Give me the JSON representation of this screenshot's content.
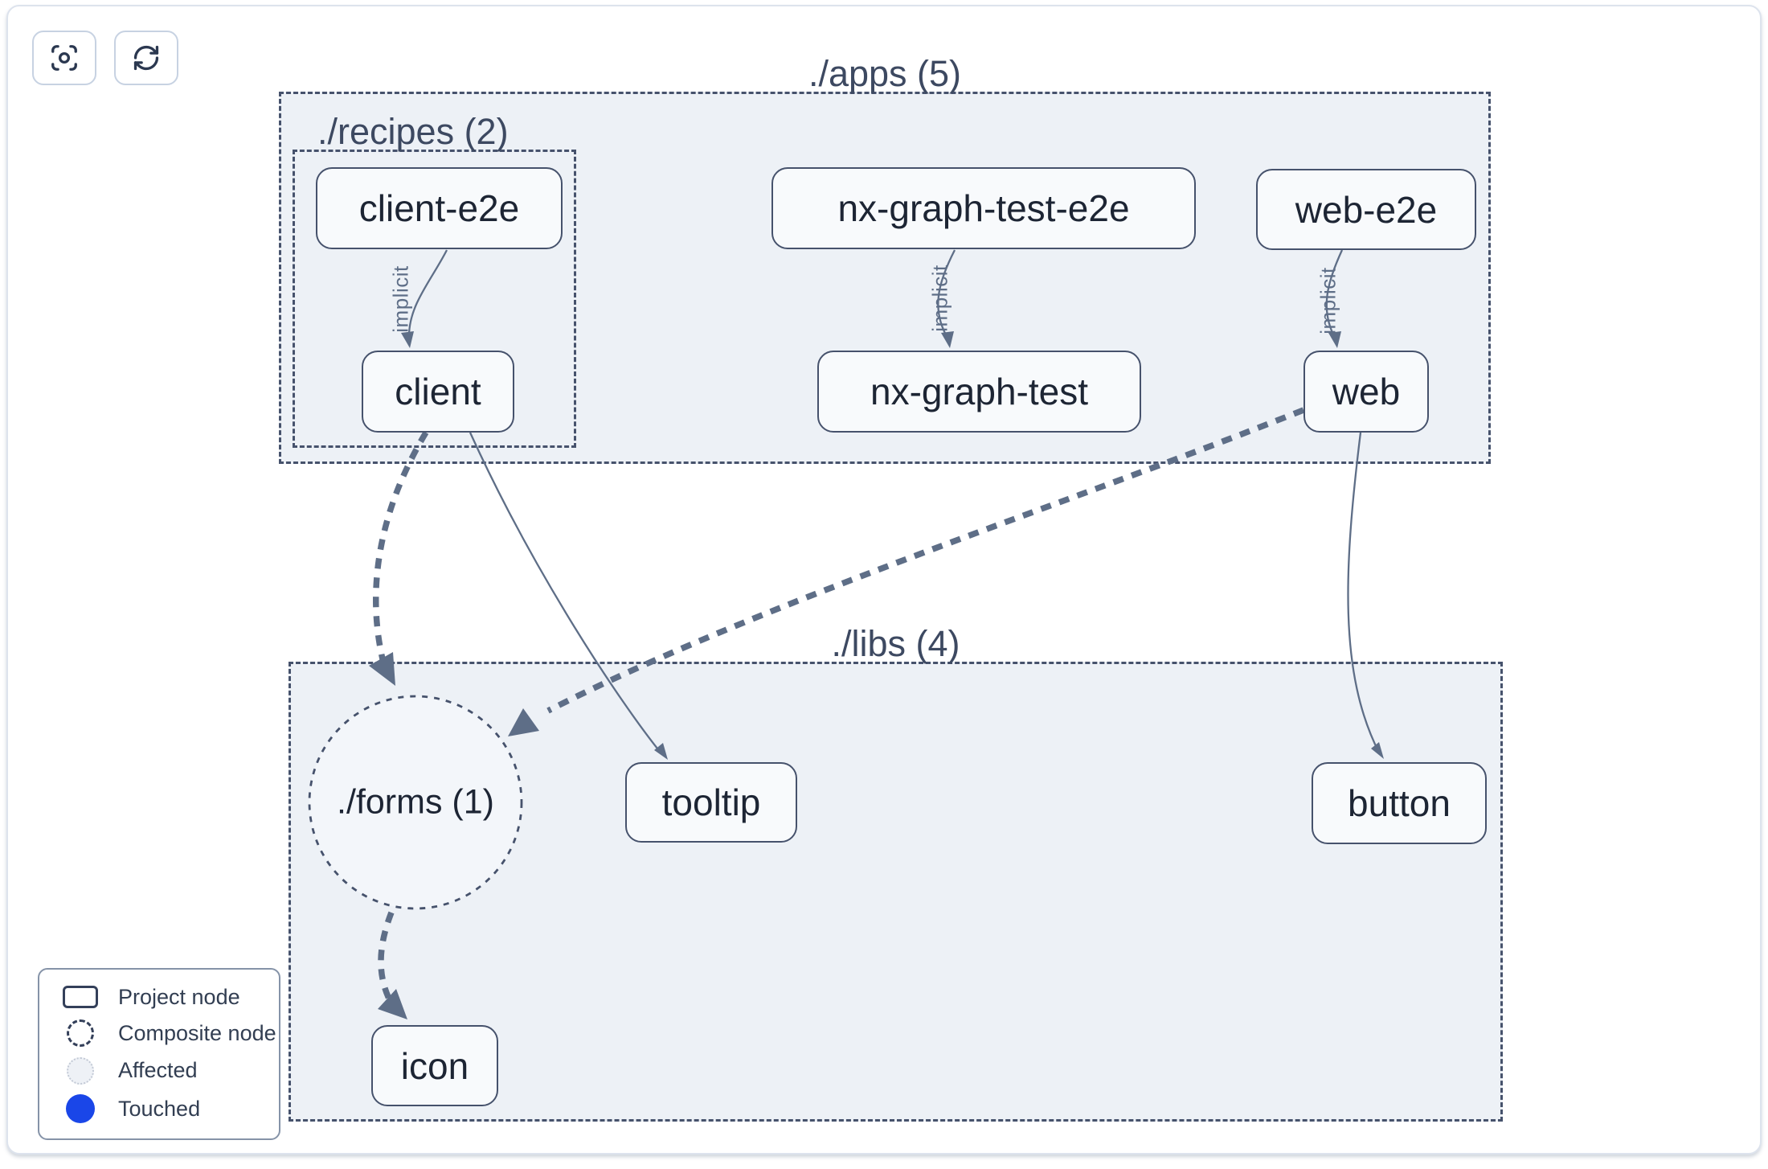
{
  "toolbar": {
    "buttons": [
      {
        "id": "focus",
        "icon": "focus-icon"
      },
      {
        "id": "refresh",
        "icon": "refresh-icon"
      }
    ]
  },
  "graph": {
    "clusters": [
      {
        "id": "apps",
        "label": "./apps (5)"
      },
      {
        "id": "recipes",
        "label": "./recipes (2)",
        "parent": "apps"
      },
      {
        "id": "libs",
        "label": "./libs (4)"
      }
    ],
    "composite_nodes": [
      {
        "id": "forms",
        "label": "./forms (1)",
        "cluster": "libs"
      }
    ],
    "project_nodes": [
      {
        "id": "client-e2e",
        "label": "client-e2e",
        "cluster": "recipes"
      },
      {
        "id": "client",
        "label": "client",
        "cluster": "recipes"
      },
      {
        "id": "nx-graph-test-e2e",
        "label": "nx-graph-test-e2e",
        "cluster": "apps"
      },
      {
        "id": "nx-graph-test",
        "label": "nx-graph-test",
        "cluster": "apps"
      },
      {
        "id": "web-e2e",
        "label": "web-e2e",
        "cluster": "apps"
      },
      {
        "id": "web",
        "label": "web",
        "cluster": "apps"
      },
      {
        "id": "tooltip",
        "label": "tooltip",
        "cluster": "libs"
      },
      {
        "id": "button",
        "label": "button",
        "cluster": "libs"
      },
      {
        "id": "icon",
        "label": "icon",
        "cluster": "libs"
      }
    ],
    "edges": [
      {
        "source": "client-e2e",
        "target": "client",
        "label": "implicit",
        "style": "solid"
      },
      {
        "source": "nx-graph-test-e2e",
        "target": "nx-graph-test",
        "label": "implicit",
        "style": "solid"
      },
      {
        "source": "web-e2e",
        "target": "web",
        "label": "implicit",
        "style": "solid"
      },
      {
        "source": "client",
        "target": "forms",
        "label": "",
        "style": "thick-dashed"
      },
      {
        "source": "client",
        "target": "tooltip",
        "label": "",
        "style": "solid"
      },
      {
        "source": "web",
        "target": "forms",
        "label": "",
        "style": "thick-dashed"
      },
      {
        "source": "web",
        "target": "button",
        "label": "",
        "style": "solid"
      },
      {
        "source": "forms",
        "target": "icon",
        "label": "",
        "style": "thick-dashed"
      }
    ]
  },
  "legend": {
    "items": [
      {
        "swatch": "project-node",
        "label": "Project node"
      },
      {
        "swatch": "composite-node",
        "label": "Composite node"
      },
      {
        "swatch": "affected",
        "label": "Affected"
      },
      {
        "swatch": "touched",
        "label": "Touched"
      }
    ]
  },
  "colors": {
    "touched_blue": "#1a46e8",
    "cluster_fill": "#edf1f6",
    "node_border": "#46526c",
    "edge": "#5e6e87",
    "node_text": "#1d2534"
  }
}
